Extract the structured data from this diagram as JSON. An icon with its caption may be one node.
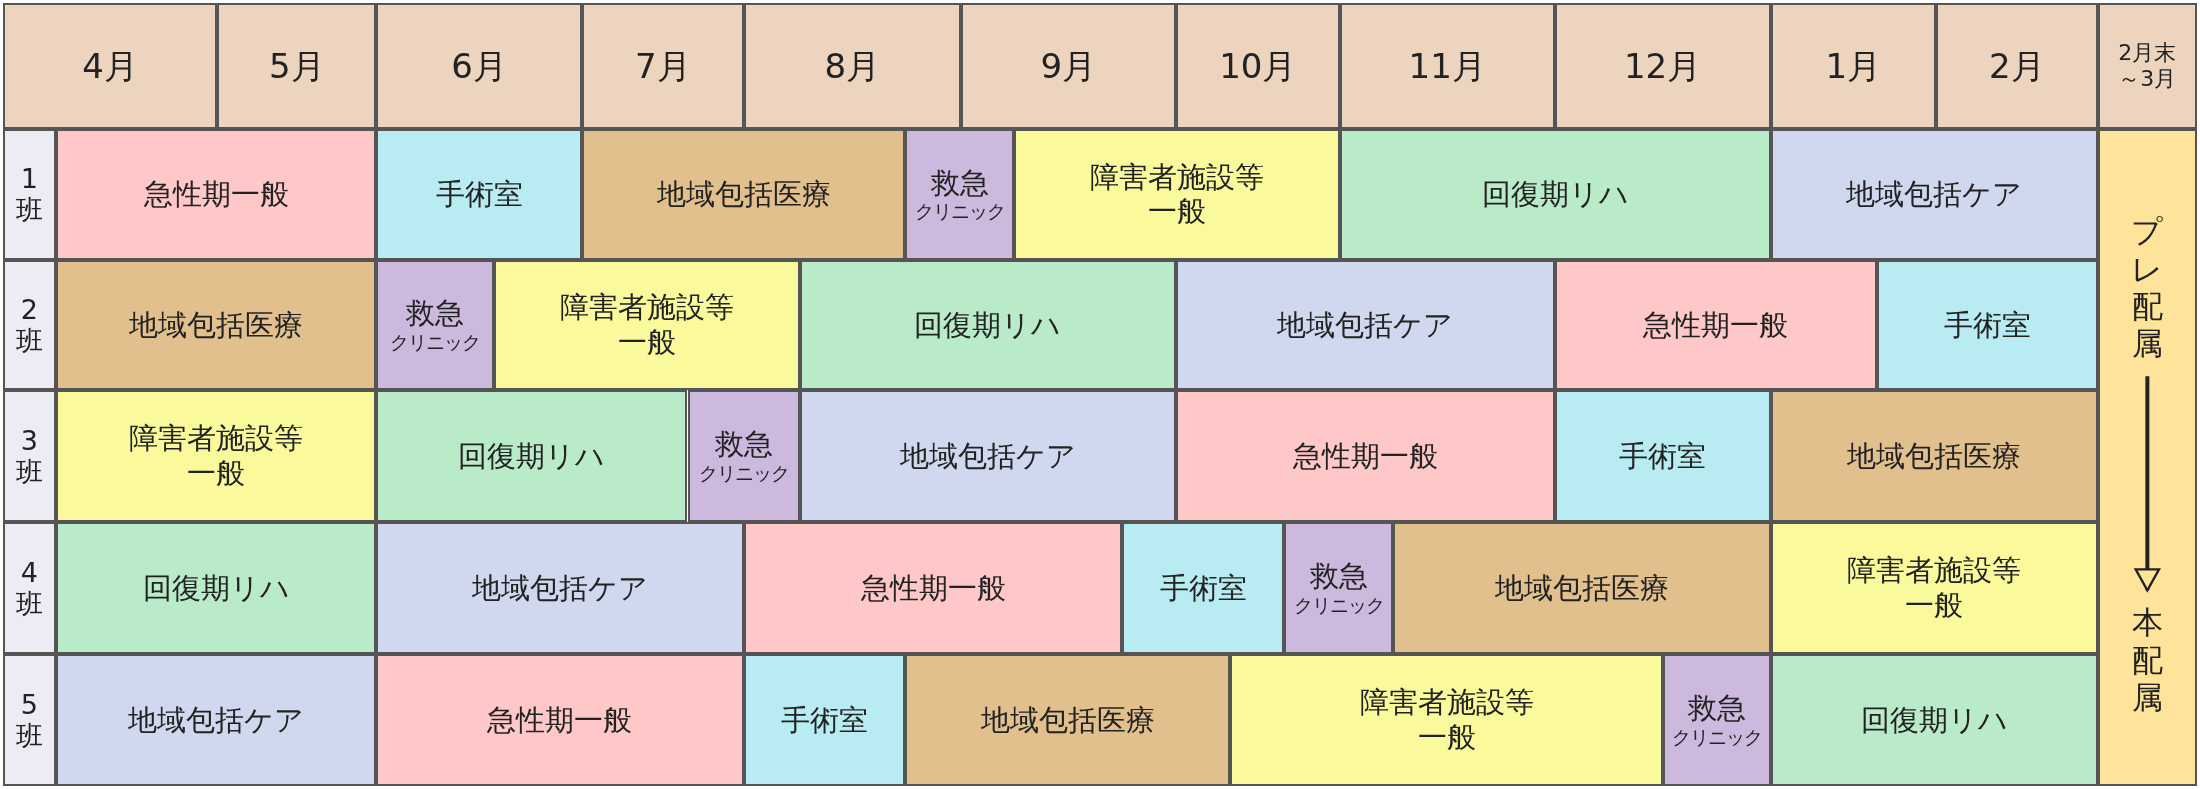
{
  "diagram": {
    "nodes": [
      {
        "text": [
          "4月"
        ]
      },
      {
        "text": [
          "5月"
        ]
      },
      {
        "text": [
          "6月"
        ]
      },
      {
        "text": [
          "7月"
        ]
      },
      {
        "text": [
          "8月"
        ]
      },
      {
        "text": [
          "9月"
        ]
      },
      {
        "text": [
          "10月"
        ]
      },
      {
        "text": [
          "11月"
        ]
      },
      {
        "text": [
          "12月"
        ]
      },
      {
        "text": [
          "1月"
        ]
      },
      {
        "text": [
          "2月"
        ]
      },
      {
        "text": [
          "2月末～3月"
        ]
      },
      {
        "text": [
          "1班"
        ]
      },
      {
        "text": [
          "急性期一般"
        ]
      },
      {
        "text": [
          "手術室"
        ]
      },
      {
        "text": [
          "地域包括医療"
        ]
      },
      {
        "text": [
          "救急",
          "クリニック"
        ]
      },
      {
        "text": [
          "障害者施設等一般"
        ]
      },
      {
        "text": [
          "回復期リハ"
        ]
      },
      {
        "text": [
          "地域包括ケア"
        ]
      },
      {
        "text": [
          "2班"
        ]
      },
      {
        "text": [
          "地域包括医療"
        ]
      },
      {
        "text": [
          "救急",
          "クリニック"
        ]
      },
      {
        "text": [
          "障害者施設等一般"
        ]
      },
      {
        "text": [
          "回復期リハ"
        ]
      },
      {
        "text": [
          "地域包括ケア"
        ]
      },
      {
        "text": [
          "急性期一般"
        ]
      },
      {
        "text": [
          "手術室"
        ]
      },
      {
        "text": [
          "3班"
        ]
      },
      {
        "text": [
          "障害者施設等一般"
        ]
      },
      {
        "text": [
          "回復期リハ"
        ]
      },
      {
        "text": [
          "救急",
          "クリニック"
        ]
      },
      {
        "text": [
          "地域包括ケア"
        ]
      },
      {
        "text": [
          "急性期一般"
        ]
      },
      {
        "text": [
          "手術室"
        ]
      },
      {
        "text": [
          "地域包括医療"
        ]
      },
      {
        "text": [
          "4班"
        ]
      },
      {
        "text": [
          "回復期リハ"
        ]
      },
      {
        "text": [
          "地域包括ケア"
        ]
      },
      {
        "text": [
          "急性期一般"
        ]
      },
      {
        "text": [
          "手術室"
        ]
      },
      {
        "text": [
          "救急",
          "クリニック"
        ]
      },
      {
        "text": [
          "地域包括医療"
        ]
      },
      {
        "text": [
          "障害者施設等一般"
        ]
      },
      {
        "text": [
          "5班"
        ]
      },
      {
        "text": [
          "地域包括ケア"
        ]
      },
      {
        "text": [
          "急性期一般"
        ]
      },
      {
        "text": [
          "手術室"
        ]
      },
      {
        "text": [
          "地域包括医療"
        ]
      },
      {
        "text": [
          "障害者施設等一般"
        ]
      },
      {
        "text": [
          "救急",
          "クリニック"
        ]
      },
      {
        "text": [
          "回復期リハ"
        ]
      },
      {
        "text": [],
        "shape": "bar"
      },
      {
        "text": [
          "プレ配属"
        ],
        "in": 52
      },
      {
        "text": [
          "本配属"
        ],
        "in": 52
      }
    ],
    "edges": [
      {
        "from": 53,
        "to": 54,
        "arrow": "to"
      }
    ]
  }
}
